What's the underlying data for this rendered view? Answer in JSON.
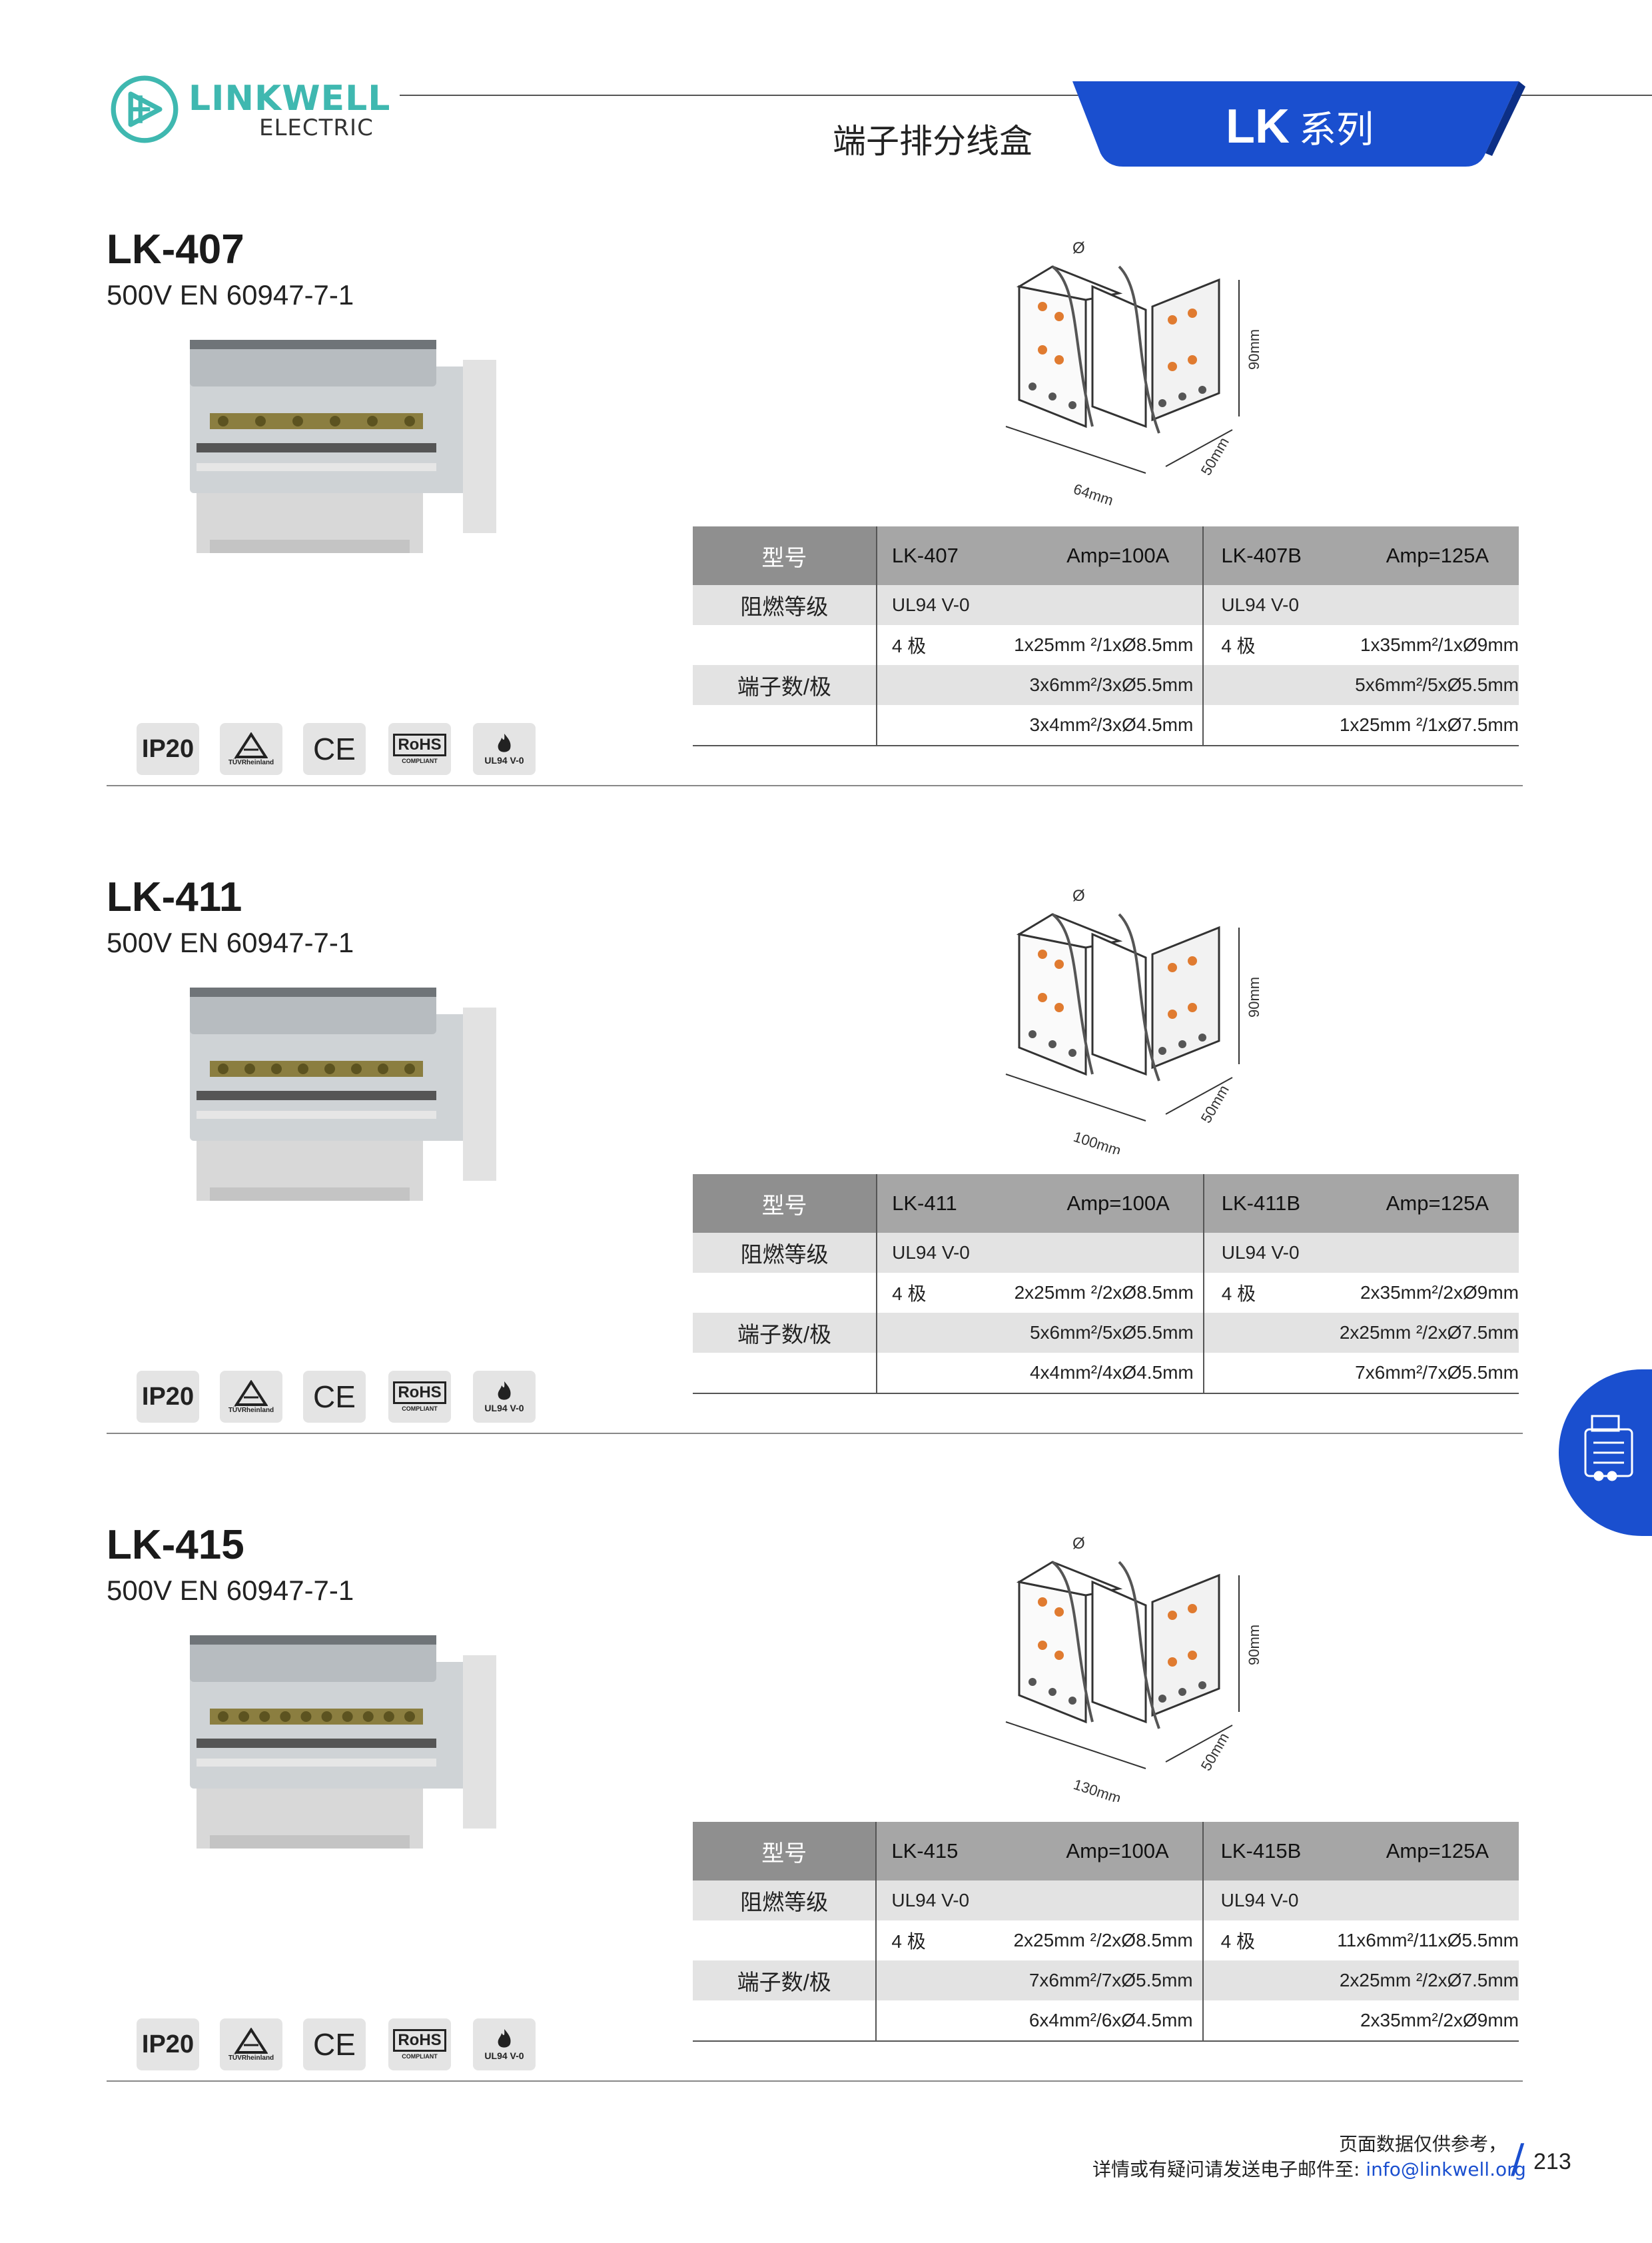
{
  "header": {
    "brand": "LINKWELL",
    "brand_sub": "ELECTRIC",
    "title": "端子排分线盒",
    "series_code": "LK",
    "series_word": "系列"
  },
  "colors": {
    "brand_teal": "#3fb8b0",
    "accent_blue": "#1a4fcf",
    "table_head": "#a6a6a6",
    "row_shade": "#e3e3e3"
  },
  "badges": [
    "IP20",
    "TÜVRheinland",
    "CE",
    "RoHS",
    "COMPLIANT",
    "UL94 V-0"
  ],
  "products": [
    {
      "model": "LK-407",
      "standard": "500V   EN 60947-7-1",
      "dim_length": "64mm",
      "dim_height": "90mm",
      "dim_depth": "50mm",
      "phi": "Ø",
      "table": {
        "label_model": "型号",
        "label_flame": "阻燃等级",
        "label_terminals": "端子数/极",
        "a_model": "LK-407",
        "a_amp": "Amp=100A",
        "b_model": "LK-407B",
        "b_amp": "Amp=125A",
        "a_flame": "UL94 V-0",
        "b_flame": "UL94 V-0",
        "a_pole": "4 极",
        "b_pole": "4 极",
        "a_rows": [
          "1x25mm ²/1xØ8.5mm",
          "3x6mm²/3xØ5.5mm",
          "3x4mm²/3xØ4.5mm"
        ],
        "b_rows": [
          "1x35mm²/1xØ9mm",
          "5x6mm²/5xØ5.5mm",
          "1x25mm ²/1xØ7.5mm"
        ]
      }
    },
    {
      "model": "LK-411",
      "standard": "500V   EN 60947-7-1",
      "dim_length": "100mm",
      "dim_height": "90mm",
      "dim_depth": "50mm",
      "phi": "Ø",
      "table": {
        "label_model": "型号",
        "label_flame": "阻燃等级",
        "label_terminals": "端子数/极",
        "a_model": "LK-411",
        "a_amp": "Amp=100A",
        "b_model": "LK-411B",
        "b_amp": "Amp=125A",
        "a_flame": "UL94 V-0",
        "b_flame": "UL94 V-0",
        "a_pole": "4 极",
        "b_pole": "4 极",
        "a_rows": [
          "2x25mm ²/2xØ8.5mm",
          "5x6mm²/5xØ5.5mm",
          "4x4mm²/4xØ4.5mm"
        ],
        "b_rows": [
          "2x35mm²/2xØ9mm",
          "2x25mm ²/2xØ7.5mm",
          "7x6mm²/7xØ5.5mm"
        ]
      }
    },
    {
      "model": "LK-415",
      "standard": "500V   EN 60947-7-1",
      "dim_length": "130mm",
      "dim_height": "90mm",
      "dim_depth": "50mm",
      "phi": "Ø",
      "table": {
        "label_model": "型号",
        "label_flame": "阻燃等级",
        "label_terminals": "端子数/极",
        "a_model": "LK-415",
        "a_amp": "Amp=100A",
        "b_model": "LK-415B",
        "b_amp": "Amp=125A",
        "a_flame": "UL94 V-0",
        "b_flame": "UL94 V-0",
        "a_pole": "4 极",
        "b_pole": "4 极",
        "a_rows": [
          "2x25mm ²/2xØ8.5mm",
          "7x6mm²/7xØ5.5mm",
          "6x4mm²/6xØ4.5mm"
        ],
        "b_rows": [
          "11x6mm²/11xØ5.5mm",
          "2x25mm ²/2xØ7.5mm",
          "2x35mm²/2xØ9mm"
        ]
      }
    }
  ],
  "footer": {
    "note": "页面数据仅供参考，",
    "contact": "详情或有疑问请发送电子邮件至: ",
    "email": "info@linkwell.org",
    "slash": "/",
    "page": "213"
  }
}
